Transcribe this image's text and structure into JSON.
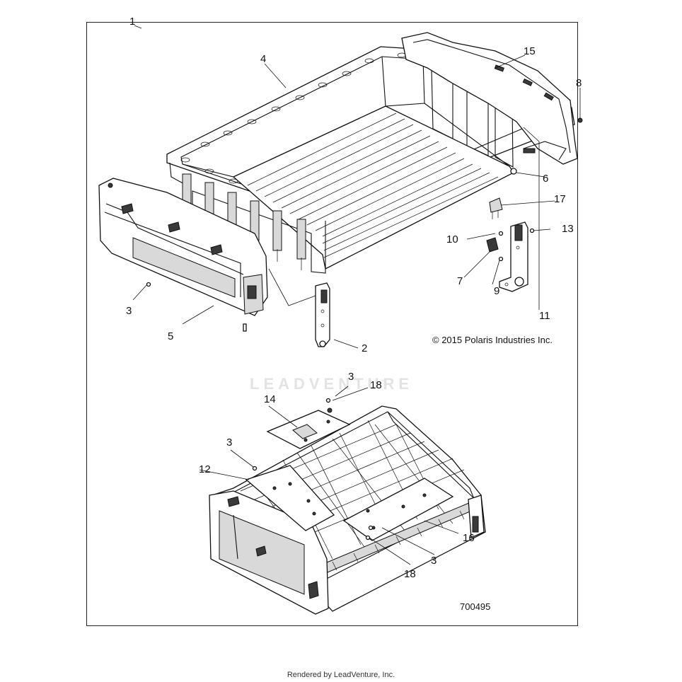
{
  "diagram": {
    "callouts": [
      {
        "id": "c1",
        "label": "1"
      },
      {
        "id": "c2",
        "label": "2"
      },
      {
        "id": "c3a",
        "label": "3"
      },
      {
        "id": "c3b",
        "label": "3"
      },
      {
        "id": "c3c",
        "label": "3"
      },
      {
        "id": "c3d",
        "label": "3"
      },
      {
        "id": "c4",
        "label": "4"
      },
      {
        "id": "c5",
        "label": "5"
      },
      {
        "id": "c6",
        "label": "6"
      },
      {
        "id": "c7",
        "label": "7"
      },
      {
        "id": "c8",
        "label": "8"
      },
      {
        "id": "c9",
        "label": "9"
      },
      {
        "id": "c10",
        "label": "10"
      },
      {
        "id": "c11",
        "label": "11"
      },
      {
        "id": "c12",
        "label": "12"
      },
      {
        "id": "c13",
        "label": "13"
      },
      {
        "id": "c14",
        "label": "14"
      },
      {
        "id": "c15",
        "label": "15"
      },
      {
        "id": "c16",
        "label": "16"
      },
      {
        "id": "c17",
        "label": "17"
      },
      {
        "id": "c18a",
        "label": "18"
      },
      {
        "id": "c18b",
        "label": "18"
      }
    ],
    "copyright": "© 2015 Polaris Industries Inc.",
    "drawing_number": "700495",
    "watermark": "LEADVENTURE"
  },
  "footer": "Rendered by LeadVenture, Inc."
}
